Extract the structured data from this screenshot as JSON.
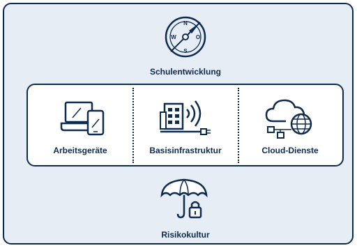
{
  "top": {
    "label": "Schulentwicklung",
    "compass_letters": [
      "N",
      "O",
      "S",
      "W"
    ]
  },
  "middle": {
    "items": [
      {
        "label": "Arbeitsgeräte"
      },
      {
        "label": "Basisinfrastruktur"
      },
      {
        "label": "Cloud-Dienste"
      }
    ]
  },
  "bottom": {
    "label": "Risikokultur"
  },
  "colors": {
    "stroke": "#0d2a4f",
    "outer_fill": "#e6edf4",
    "inner_fill": "#ffffff"
  }
}
